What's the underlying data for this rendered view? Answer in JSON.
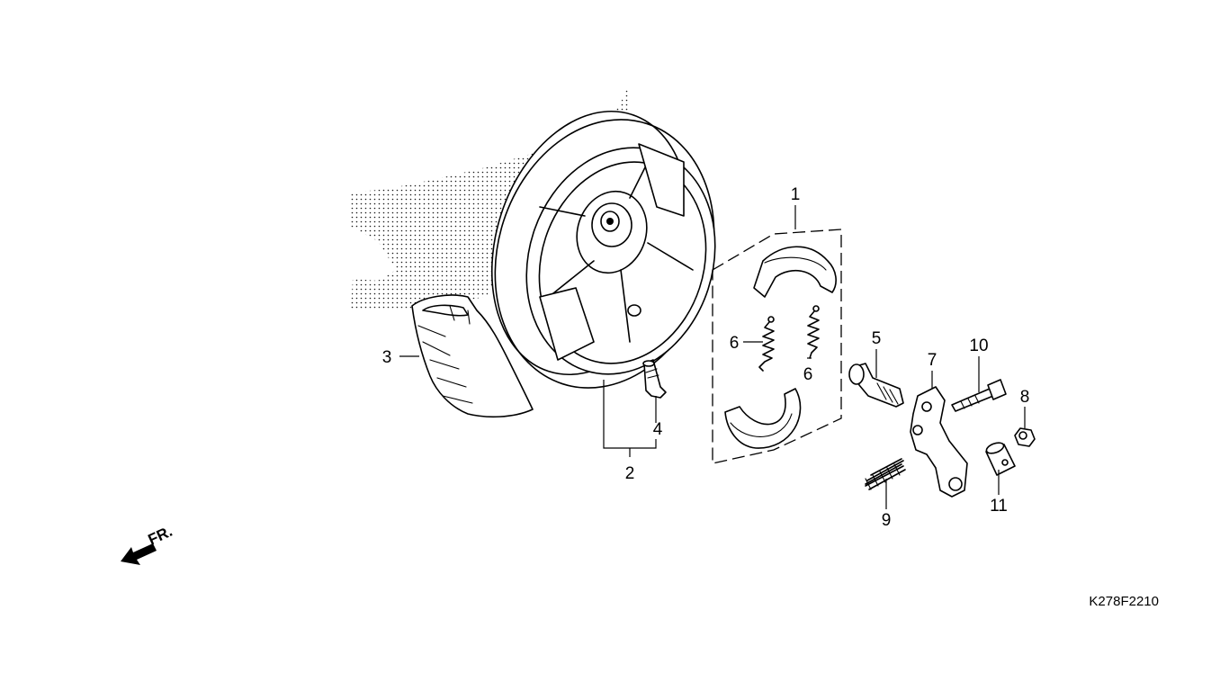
{
  "callouts": [
    {
      "id": "1",
      "label": "1"
    },
    {
      "id": "2",
      "label": "2"
    },
    {
      "id": "3",
      "label": "3"
    },
    {
      "id": "4",
      "label": "4"
    },
    {
      "id": "5",
      "label": "5"
    },
    {
      "id": "6a",
      "label": "6"
    },
    {
      "id": "6b",
      "label": "6"
    },
    {
      "id": "7",
      "label": "7"
    },
    {
      "id": "8",
      "label": "8"
    },
    {
      "id": "9",
      "label": "9"
    },
    {
      "id": "10",
      "label": "10"
    },
    {
      "id": "11",
      "label": "11"
    }
  ],
  "direction_label": "FR.",
  "diagram_code": "K278F2210"
}
